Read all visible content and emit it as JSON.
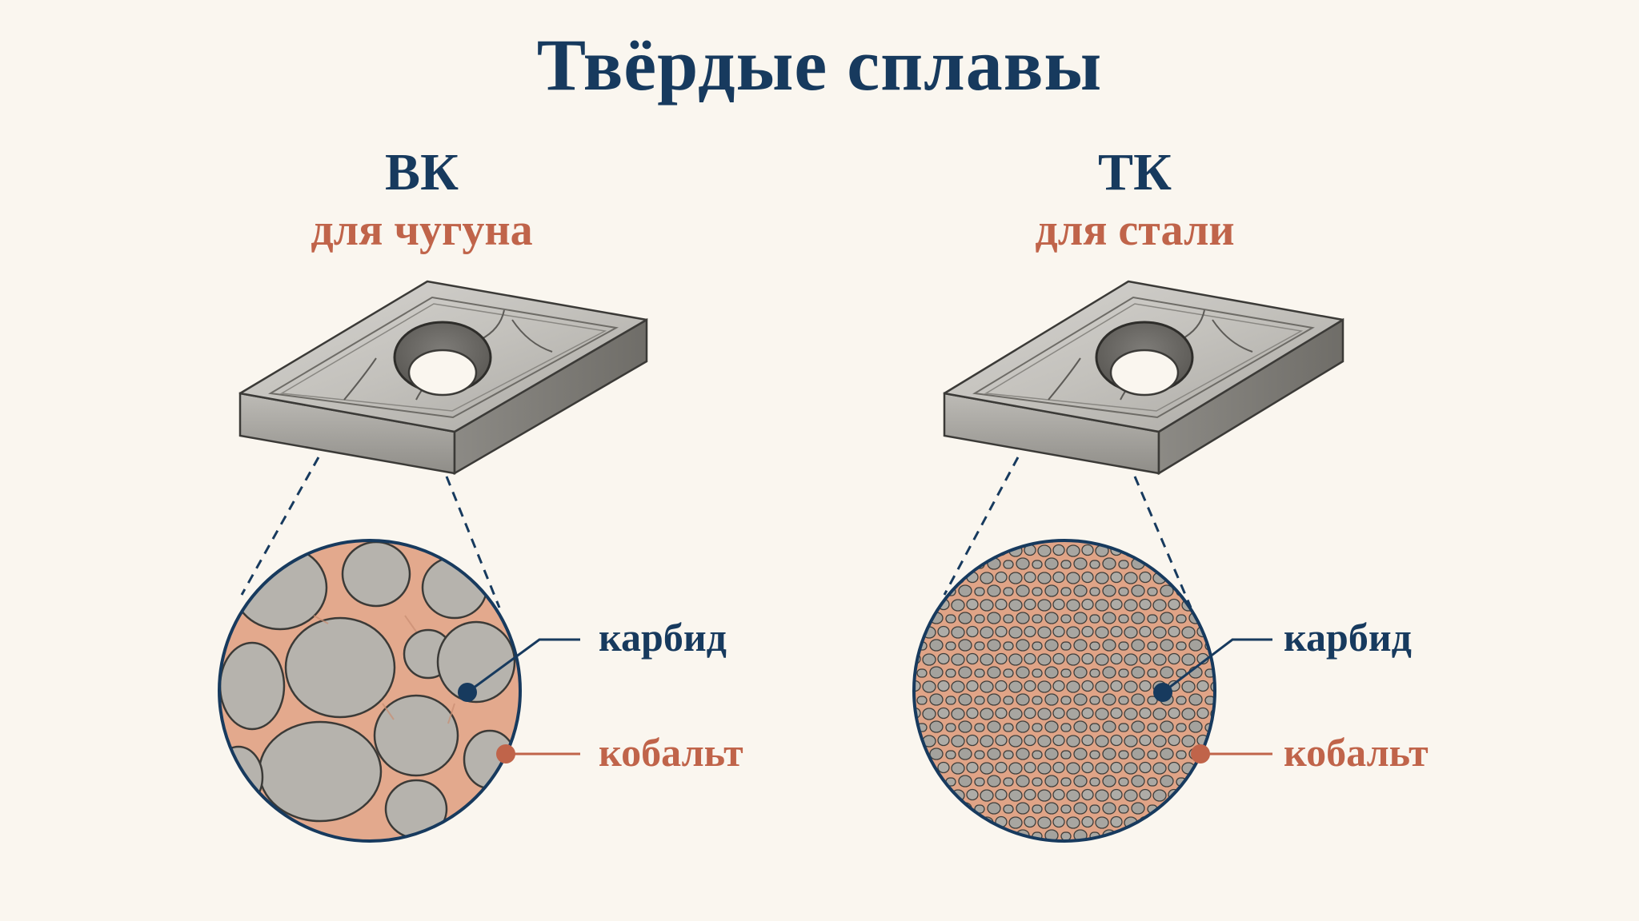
{
  "title": "Твёрдые сплавы",
  "panels": [
    {
      "name": "ВК",
      "application": "для чугуна",
      "carbide_label": "карбид",
      "cobalt_label": "кобальт",
      "grain": "coarse"
    },
    {
      "name": "ТК",
      "application": "для стали",
      "carbide_label": "карбид",
      "cobalt_label": "кобальт",
      "grain": "fine"
    }
  ],
  "colors": {
    "navy": "#173a5e",
    "terracotta": "#c0644a",
    "carbide_grey": "#b7b4ae",
    "cobalt_binder": "#e3a98d",
    "background": "#faf6ef"
  },
  "icons": [
    "cutting-insert-icon",
    "microstructure-magnifier-icon"
  ]
}
